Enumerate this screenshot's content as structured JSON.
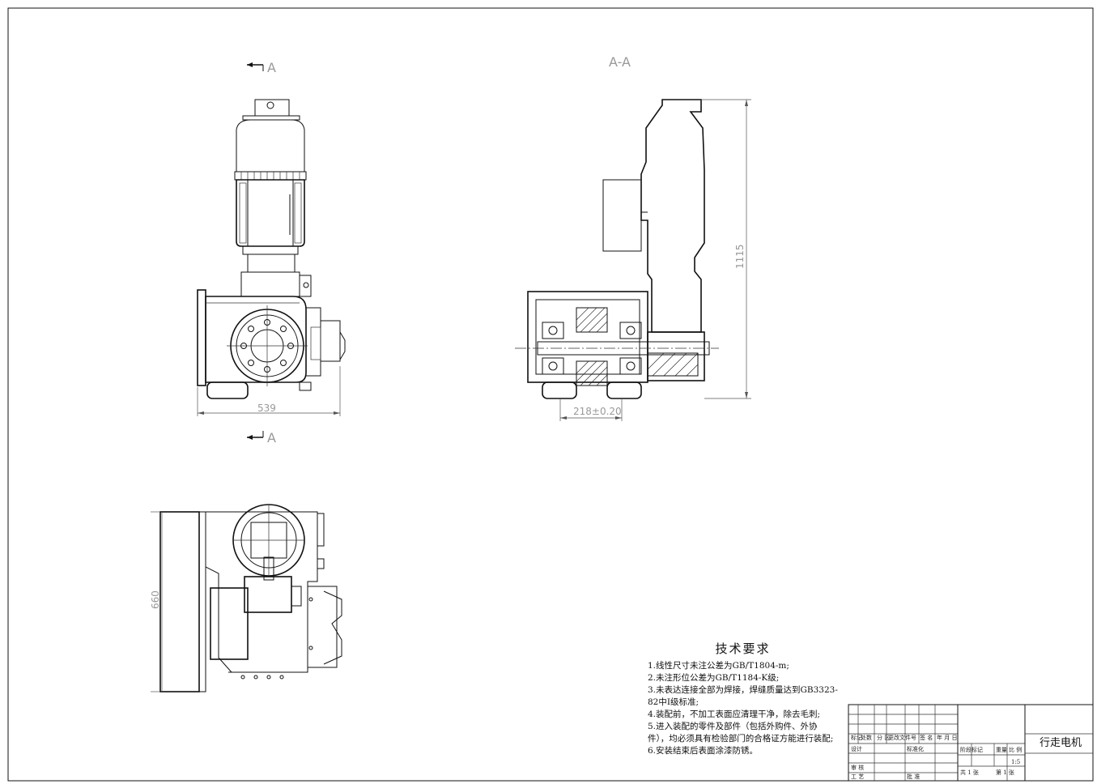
{
  "drawing": {
    "section_marker_top": "A",
    "section_marker_bottom": "A",
    "section_title": "A-A",
    "dimensions": {
      "front_width": "539",
      "section_height": "1115",
      "wheel_gauge": "218±0.20",
      "top_view_depth": "660"
    }
  },
  "notes": {
    "title": "技术要求",
    "items": [
      "1.线性尺寸未注公差为GB/T1804-m;",
      "2.未注形位公差为GB/T1184-K级;",
      "3.未表达连接全部为焊接，焊缝质量达到GB3323-82中Ⅰ级标准;",
      "4.装配前，不加工表面应清理干净，除去毛刺;",
      "5.进入装配的零件及部件（包括外购件、外协件），均必须具有检验部门的合格证方能进行装配;",
      "6.安装结束后表面涂漆防锈。"
    ]
  },
  "title_block": {
    "part_name": "行走电机",
    "scale": "1:5",
    "labels": {
      "mark": "标记",
      "count": "处数",
      "zone": "分 区",
      "change_doc": "更改文件号",
      "signature": "签 名",
      "date": "年 月 日",
      "design": "设计",
      "standardize": "标准化",
      "stage_mark": "阶段标记",
      "weight": "重量",
      "ratio": "比 例",
      "review": "审 核",
      "process": "工 艺",
      "approve": "批 准",
      "total_sheets": "共 1 张",
      "sheet_no": "第 1 张"
    }
  }
}
